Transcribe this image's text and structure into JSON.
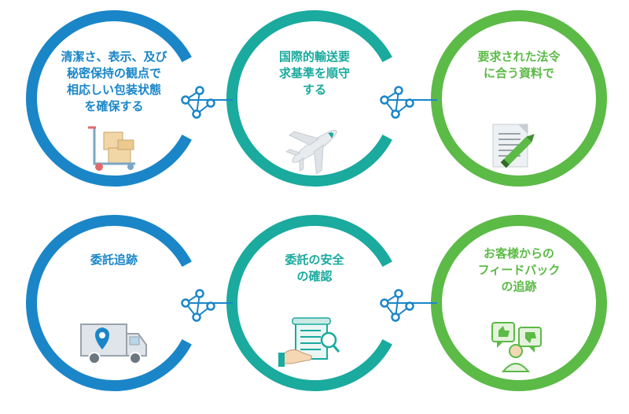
{
  "colors": {
    "blue": "#1a86c8",
    "teal": "#1aaa9e",
    "green": "#5cba47",
    "gray": "#9aa3ab"
  },
  "nodes": [
    {
      "label": "清潔さ、表示、及び\n秘密保持の観点で\n相応しい包装状態\nを確保する",
      "icon": "hand-truck-boxes-icon",
      "color": "blue"
    },
    {
      "label": "国際的輸送要\n求基準を順守\nする",
      "icon": "airplane-icon",
      "color": "teal"
    },
    {
      "label": "要求された法令\nに合う資料で",
      "icon": "document-pencil-icon",
      "color": "green"
    },
    {
      "label": "委託追跡",
      "icon": "delivery-truck-location-icon",
      "color": "blue"
    },
    {
      "label": "委託の安全\nの確認",
      "icon": "hand-document-magnifier-icon",
      "color": "teal"
    },
    {
      "label": "お客様からの\nフィードバック\nの追跡",
      "icon": "customer-feedback-icon",
      "color": "green"
    }
  ]
}
